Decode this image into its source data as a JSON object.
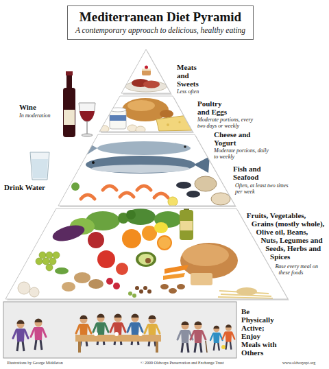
{
  "diagram": {
    "title": "Mediterranean Diet Pyramid",
    "nodes": [
      {
        "text": [
          "Meats and Sweets",
          "Less often"
        ]
      },
      {
        "text": [
          "Poultry and Eggs",
          "Moderate portions, every two days or weekly",
          "Cheese and Yogurt",
          "Moderate portions, daily to weekly"
        ]
      },
      {
        "text": [
          "Fish and Seafood",
          "Often, at least two times per week"
        ]
      },
      {
        "text": [
          "Fruits, Vegetables, Grains (mostly whole), Olive oil, Beans, Nuts, Legumes and Seeds, Herbs and Spices",
          "Base every meal on these foods"
        ]
      },
      {
        "text": [
          "Be Physically Active; Enjoy Meals with Others"
        ]
      }
    ],
    "labels": [
      "A contemporary approach to delicious, healthy eating",
      "Wine",
      "In moderation",
      "Drink Water",
      "Illustrations by George Middleton",
      "© 2009 Oldways Preservation and Exchange Trust",
      "www.oldwayspt.org"
    ]
  }
}
